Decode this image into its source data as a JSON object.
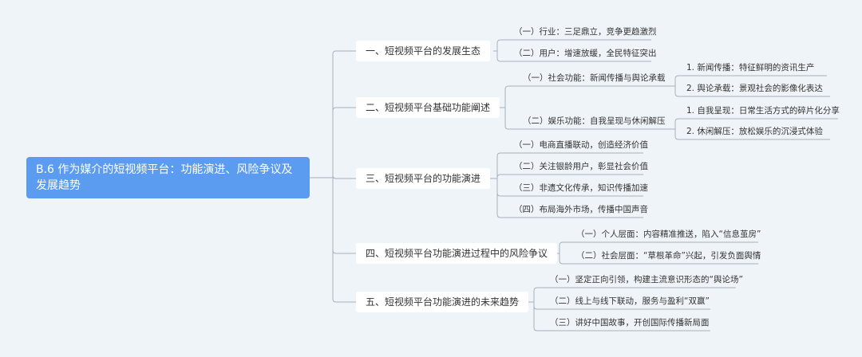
{
  "root": {
    "title": "B.6 作为媒介的短视频平台：功能演进、风险争议及发展趋势"
  },
  "branches": [
    {
      "label": "一、短视频平台的发展生态",
      "children": [
        "（一）行业：三足鼎立，竞争更趋激烈",
        "（二）用户：增速放缓，全民特征突出"
      ]
    },
    {
      "label": "二、短视频平台基础功能阐述",
      "children": [
        {
          "label": "（一）社会功能：新闻传播与舆论承载",
          "children": [
            "1. 新闻传播：特征鲜明的资讯生产",
            "2. 舆论承载：景观社会的影像化表达"
          ]
        },
        {
          "label": "（二）娱乐功能：自我呈现与休闲解压",
          "children": [
            "1. 自我呈现：日常生活方式的碎片化分享",
            "2. 休闲解压：放松娱乐的沉浸式体验"
          ]
        }
      ]
    },
    {
      "label": "三、短视频平台的功能演进",
      "children": [
        "（一）电商直播联动，创造经济价值",
        "（二）关注银龄用户，彰显社会价值",
        "（三）非遗文化传承，知识传播加速",
        "（四）布局海外市场，传播中国声音"
      ]
    },
    {
      "label": "四、短视频平台功能演进过程中的风险争议",
      "children": [
        "（一）个人层面：内容精准推送，陷入“信息茧房”",
        "（二）社会层面：“草根革命”兴起，引发负面舆情"
      ]
    },
    {
      "label": "五、短视频平台功能演进的未来趋势",
      "children": [
        "（一）坚定正向引领，构建主流意识形态的“舆论场”",
        "（二）线上与线下联动，服务与盈利“双赢”",
        "（三）讲好中国故事，开创国际传播新局面"
      ]
    }
  ],
  "colors": {
    "root_bg": "#5c9cf0",
    "line": "#a7b1bb",
    "background": "#eff4f8"
  }
}
